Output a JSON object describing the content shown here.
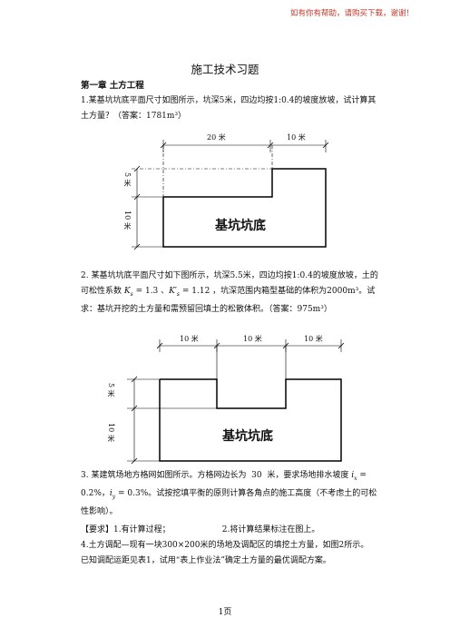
{
  "header_note": "如有你有帮助，请购买下载，谢谢！",
  "title": "施工技术习题",
  "chapter": "第一章  土方工程",
  "q1": "1.某基坑坑底平面尺寸如图所示，坑深5米，四边均按1:0.4的坡度放坡，试计算其土方量？（答案：1781m³）",
  "fig1": {
    "dim_top_left": "20 米",
    "dim_top_right": "10 米",
    "dim_left_top": "5 米",
    "dim_left_bottom": "10 米",
    "label": "基坑坑底"
  },
  "q2": "2. 某基坑坑底平面尺寸如下图所示，坑深5.5米，四边均按1:0.4的坡度放坡，土的可松性系数 Ks = 1.3 、K's = 1.12 ，坑深范围内箱型基础的体积为2000m³。试求：基坑开挖的土方量和需预留回填土的松散体积。（答案：975m³）",
  "fig2": {
    "dim_top_1": "10 米",
    "dim_top_2": "10 米",
    "dim_top_3": "10 米",
    "dim_left_top": "5 米",
    "dim_left_bottom": "10 米",
    "label": "基坑坑底"
  },
  "q3": "3. 某建筑场地方格网如图所示。方格网边长为  30  米，要求场地排水坡度 ix = 0.2%，iy = 0.3%。试按挖填平衡的原则计算各角点的施工高度（不考虑土的可松性影响）。",
  "requirement": "【要求】1.有计算过程；                    2.将计算结果标注在图上。",
  "q4_line1": "4.土方调配—现有一块300×200米的场地及调配区的填挖土方量，如图2所示。",
  "q4_line2": "已知调配运距见表1，试用“表上作业法”确定土方量的最优调配方案。",
  "footer": "1页"
}
